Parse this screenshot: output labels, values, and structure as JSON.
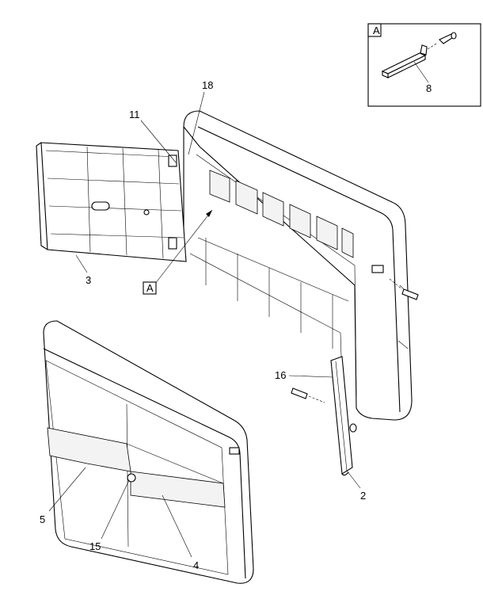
{
  "title": "Cab rear panel and door assembly",
  "inset": {
    "view_label": "A",
    "part_label": "8"
  },
  "callouts": {
    "c18": "18",
    "c11": "11",
    "c3": "3",
    "view_ref": "A",
    "c16": "16",
    "c2": "2",
    "c5": "5",
    "c15": "15",
    "c4": "4"
  }
}
